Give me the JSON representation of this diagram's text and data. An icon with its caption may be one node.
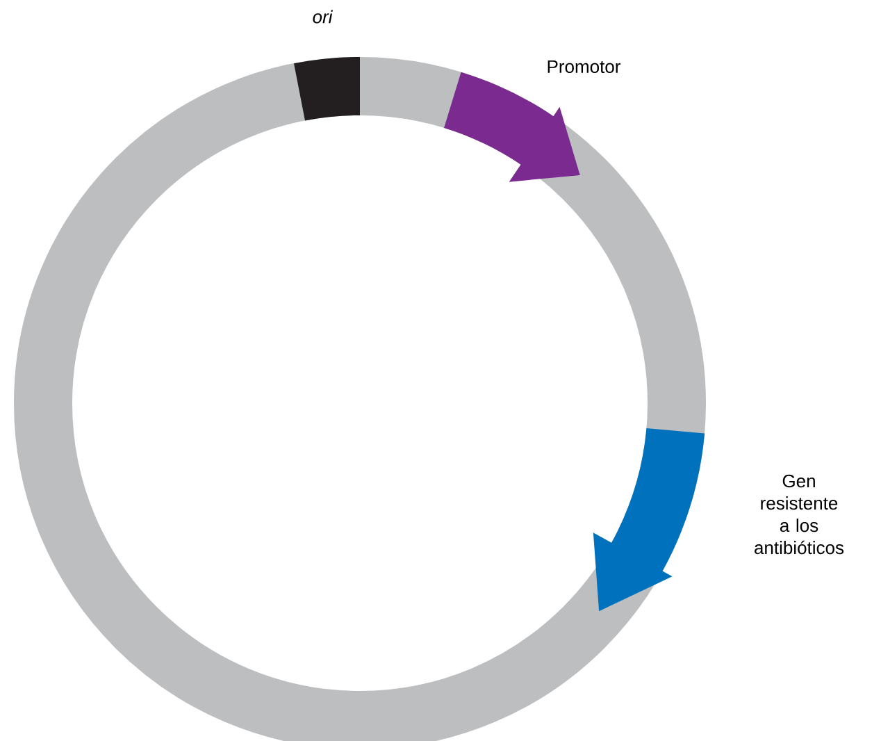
{
  "diagram": {
    "nodes": [
      {
        "text": [],
        "shape": "circle"
      },
      {
        "text": [
          "ori"
        ]
      },
      {
        "text": [
          "Promotor"
        ]
      },
      {
        "text": [
          "Gen resistente a los antibióticos"
        ]
      }
    ]
  }
}
